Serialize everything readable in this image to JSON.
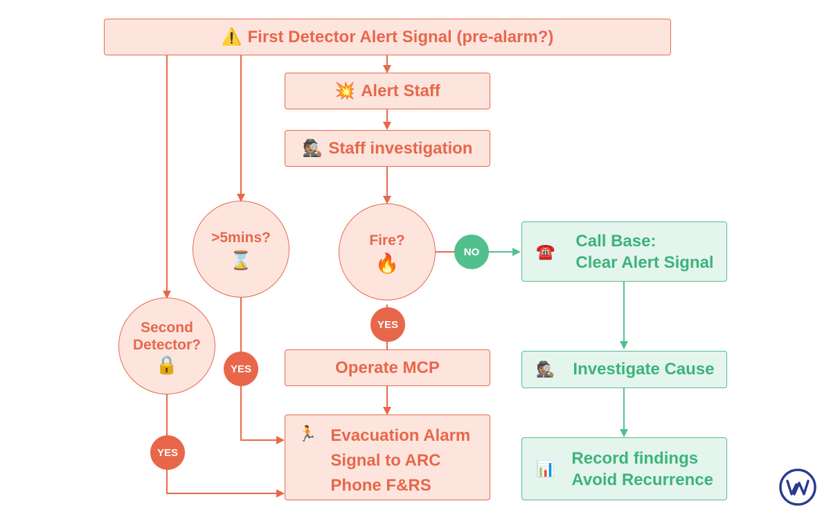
{
  "nodes": {
    "first_alert": {
      "icon": "⚠️",
      "label": "First Detector Alert Signal (pre-alarm?)"
    },
    "alert_staff": {
      "icon": "💥",
      "label": "Alert Staff"
    },
    "staff_investigation": {
      "icon": "🕵🏽",
      "label": "Staff investigation"
    },
    "fire_decision": {
      "label": "Fire?",
      "icon": "🔥"
    },
    "five_mins_decision": {
      "label": ">5mins?",
      "icon": "⌛"
    },
    "second_detector_decision": {
      "label_line1": "Second",
      "label_line2": "Detector?",
      "icon": "🔒"
    },
    "operate_mcp": {
      "label": "Operate MCP"
    },
    "evacuation": {
      "icon": "🏃",
      "line1": "Evacuation Alarm",
      "line2": "Signal to ARC",
      "line3": "Phone F&RS"
    },
    "call_base": {
      "icon": "☎️",
      "line1": "Call Base:",
      "line2": "Clear Alert Signal"
    },
    "investigate_cause": {
      "icon": "🕵🏽",
      "label": "Investigate Cause"
    },
    "record_findings": {
      "icon": "📊",
      "line1": "Record findings",
      "line2": "Avoid Recurrence"
    }
  },
  "edge_labels": {
    "fire_yes": "YES",
    "fire_no": "NO",
    "five_mins_yes": "YES",
    "second_detector_yes": "YES"
  },
  "logo": {
    "icon": "wm-logo-icon"
  },
  "colors": {
    "orange": "#e8674a",
    "orange_fill": "#fde5de",
    "green": "#52c08e",
    "green_fill": "#e3f5ec",
    "logo_navy": "#2a3b8f"
  }
}
